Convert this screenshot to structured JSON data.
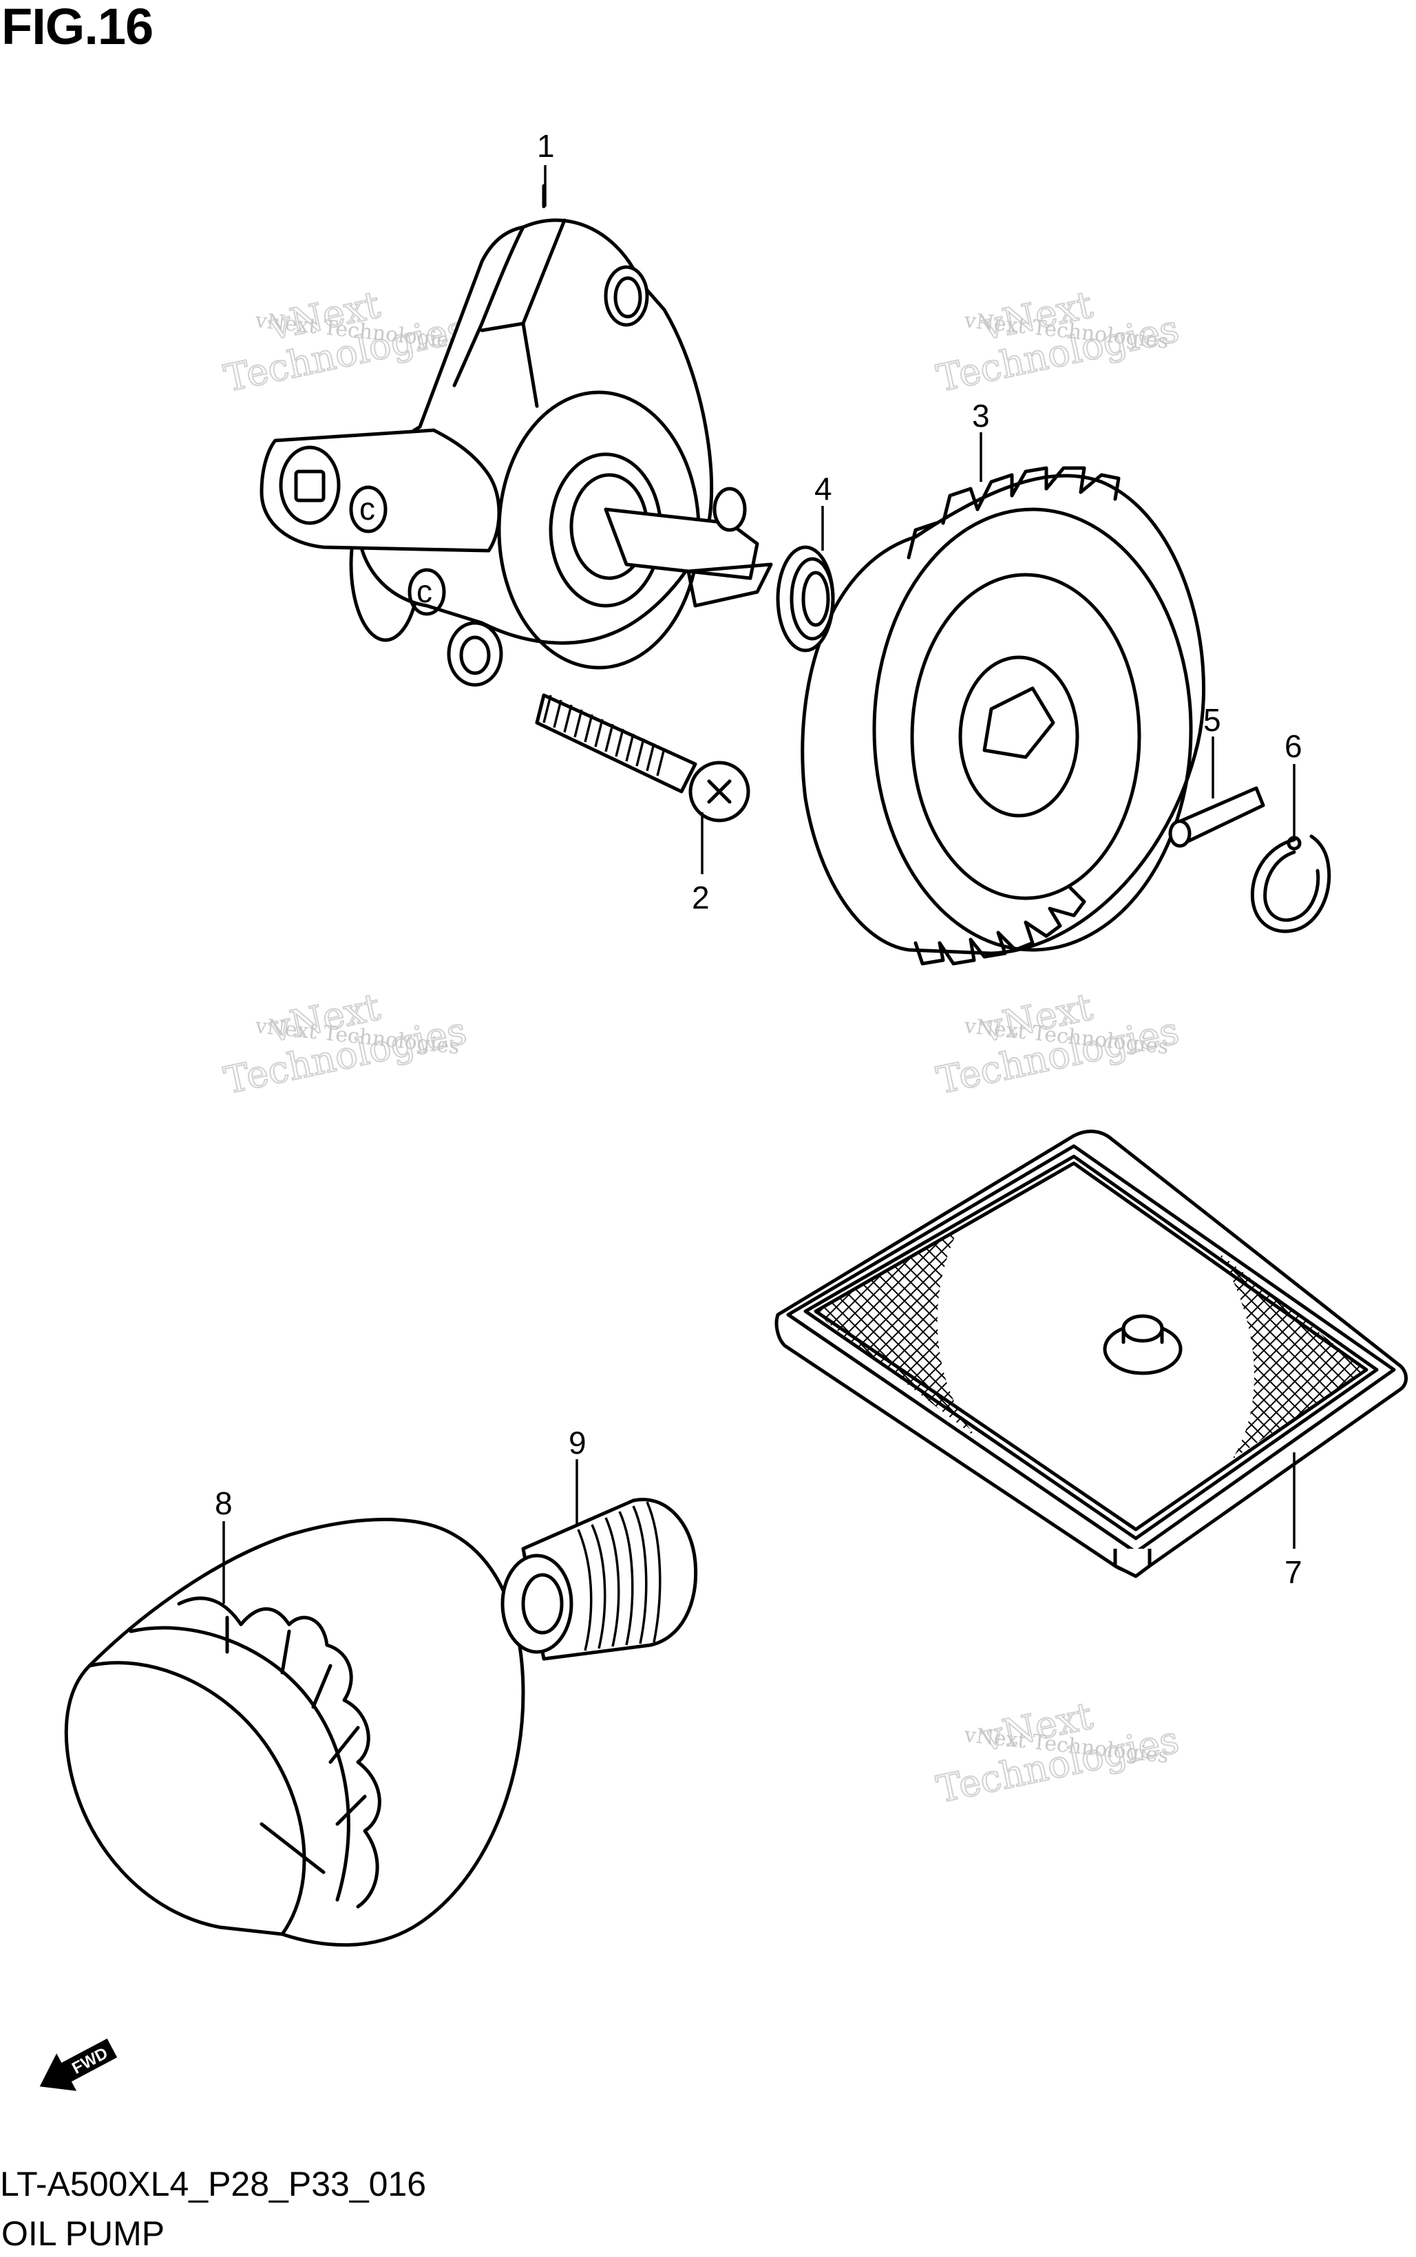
{
  "figure": {
    "title": "FIG.16",
    "code": "LT-A500XL4_P28_P33_016",
    "name": "OIL PUMP"
  },
  "callouts": [
    "1",
    "2",
    "3",
    "4",
    "5",
    "6",
    "7",
    "8",
    "9"
  ],
  "watermark": {
    "line1": "vNext Technologies",
    "line2": "vNext",
    "line3": "Technologies"
  },
  "fwd_label": "FWD"
}
